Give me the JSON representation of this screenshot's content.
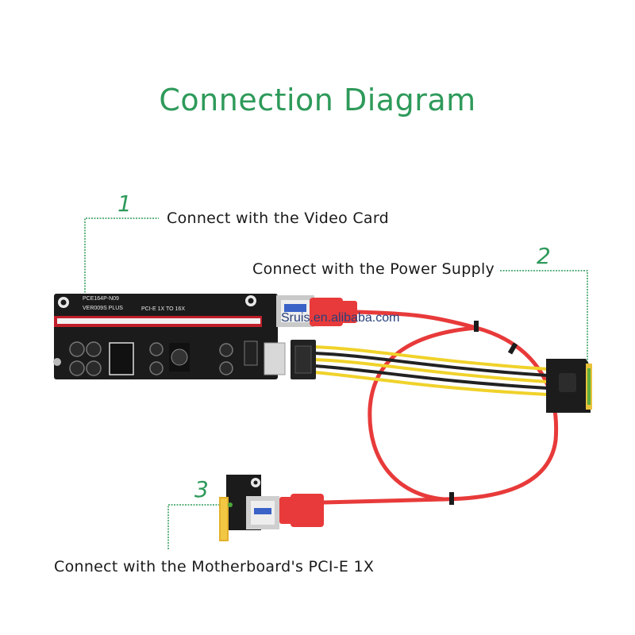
{
  "title": "Connection Diagram",
  "callouts": [
    {
      "number": "1",
      "text": "Connect with the Video Card"
    },
    {
      "number": "2",
      "text": "Connect with the Power Supply"
    },
    {
      "number": "3",
      "text": "Connect with the Motherboard's PCI-E 1X"
    }
  ],
  "watermark": "Sruis.en.alibaba.com",
  "board_marking": {
    "model": "PCE164P-N09",
    "version": "VER009S PLUS",
    "desc": "PCI-E 1X TO 16X"
  },
  "colors": {
    "accent": "#2e9a5a",
    "cable_red": "#e83a3a",
    "pcb": "#1b1b1b"
  }
}
